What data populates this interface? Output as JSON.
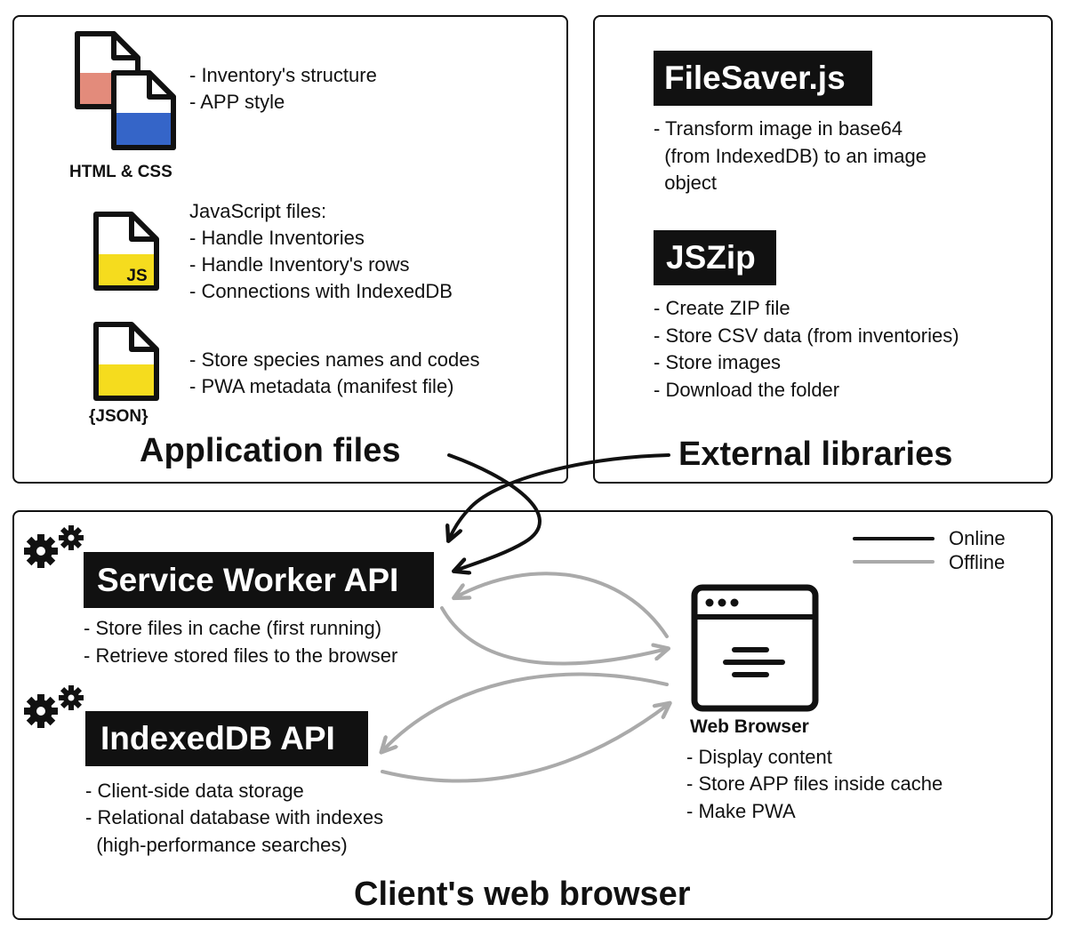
{
  "application_files": {
    "title": "Application files",
    "html_css": {
      "caption": "HTML & CSS",
      "lines": [
        "- Inventory's structure",
        "- APP style"
      ],
      "colors": {
        "red_fill": "#e38b7b",
        "blue_fill": "#3565c8"
      }
    },
    "js": {
      "badge": "JS",
      "lines": [
        "JavaScript files:",
        "- Handle Inventories",
        "- Handle Inventory's rows",
        "- Connections with IndexedDB"
      ],
      "color": "#f5dc1e"
    },
    "json": {
      "caption": "{JSON}",
      "lines": [
        "- Store species names and codes",
        "- PWA metadata (manifest file)"
      ],
      "color": "#f5dc1e"
    }
  },
  "external_libraries": {
    "title": "External libraries",
    "filesaver": {
      "label": "FileSaver.js",
      "lines": [
        "- Transform image in base64",
        "  (from IndexedDB) to an image",
        "  object"
      ]
    },
    "jszip": {
      "label": "JSZip",
      "lines": [
        "- Create ZIP file",
        "- Store CSV data (from inventories)",
        "- Store images",
        "- Download the folder"
      ]
    }
  },
  "client_browser": {
    "title": "Client's web browser",
    "legend": {
      "online": {
        "label": "Online",
        "color": "#111111"
      },
      "offline": {
        "label": "Offline",
        "color": "#aaaaaa"
      }
    },
    "service_worker": {
      "label": "Service Worker API",
      "lines": [
        "- Store files in cache (first running)",
        "- Retrieve stored files to the browser"
      ]
    },
    "indexeddb": {
      "label": "IndexedDB API",
      "lines": [
        "- Client-side data storage",
        "- Relational database with indexes",
        "  (high-performance searches)"
      ]
    },
    "web_browser": {
      "caption": "Web Browser",
      "lines": [
        "- Display content",
        "- Store APP files inside cache",
        "- Make PWA"
      ]
    }
  }
}
